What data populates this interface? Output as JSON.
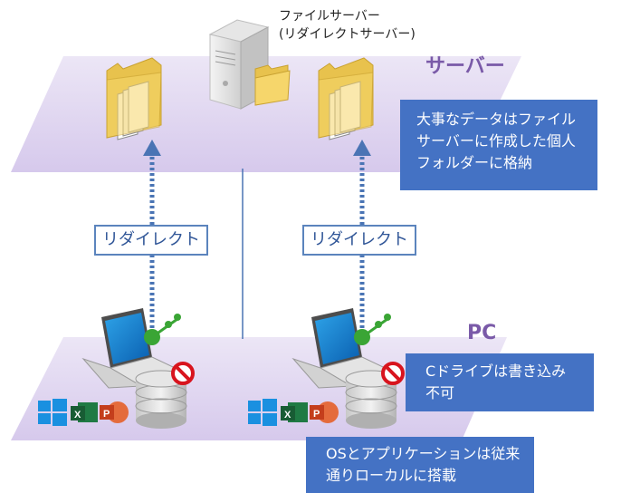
{
  "server_caption": {
    "line1": "ファイルサーバー",
    "line2": "(リダイレクトサーバー)"
  },
  "layers": {
    "server": "サーバー",
    "pc": "PC"
  },
  "redirect_labels": [
    "リダイレクト",
    "リダイレクト"
  ],
  "notes": {
    "server_folder": [
      "大事なデータはファイル",
      "サーバーに作成した個人",
      "フォルダーに格納"
    ],
    "c_drive": [
      "Cドライブは書き込み",
      "不可"
    ],
    "os_apps": [
      "OSとアプリケーションは従来",
      "通りローカルに搭載"
    ]
  },
  "icons": {
    "server": "server-tower-icon",
    "folder": "folder-with-documents-icon",
    "laptop": "laptop-icon",
    "database": "database-drive-icon",
    "prohibited": "prohibited-icon",
    "windows": "windows-logo-icon",
    "excel": "excel-icon",
    "powerpoint": "powerpoint-icon",
    "connector": "green-network-connector-icon"
  },
  "app_glyphs": {
    "excel": "X",
    "powerpoint": "P"
  },
  "colors": {
    "layer_fill": "#e2d9f1",
    "layer_label": "#7a5aa8",
    "note_fill": "#4472c4",
    "redirect_border": "#5b84bd",
    "arrow": "#4a74b4",
    "folder": "#f6d66b",
    "connector": "#3aa535",
    "prohibited": "#d8141e"
  }
}
